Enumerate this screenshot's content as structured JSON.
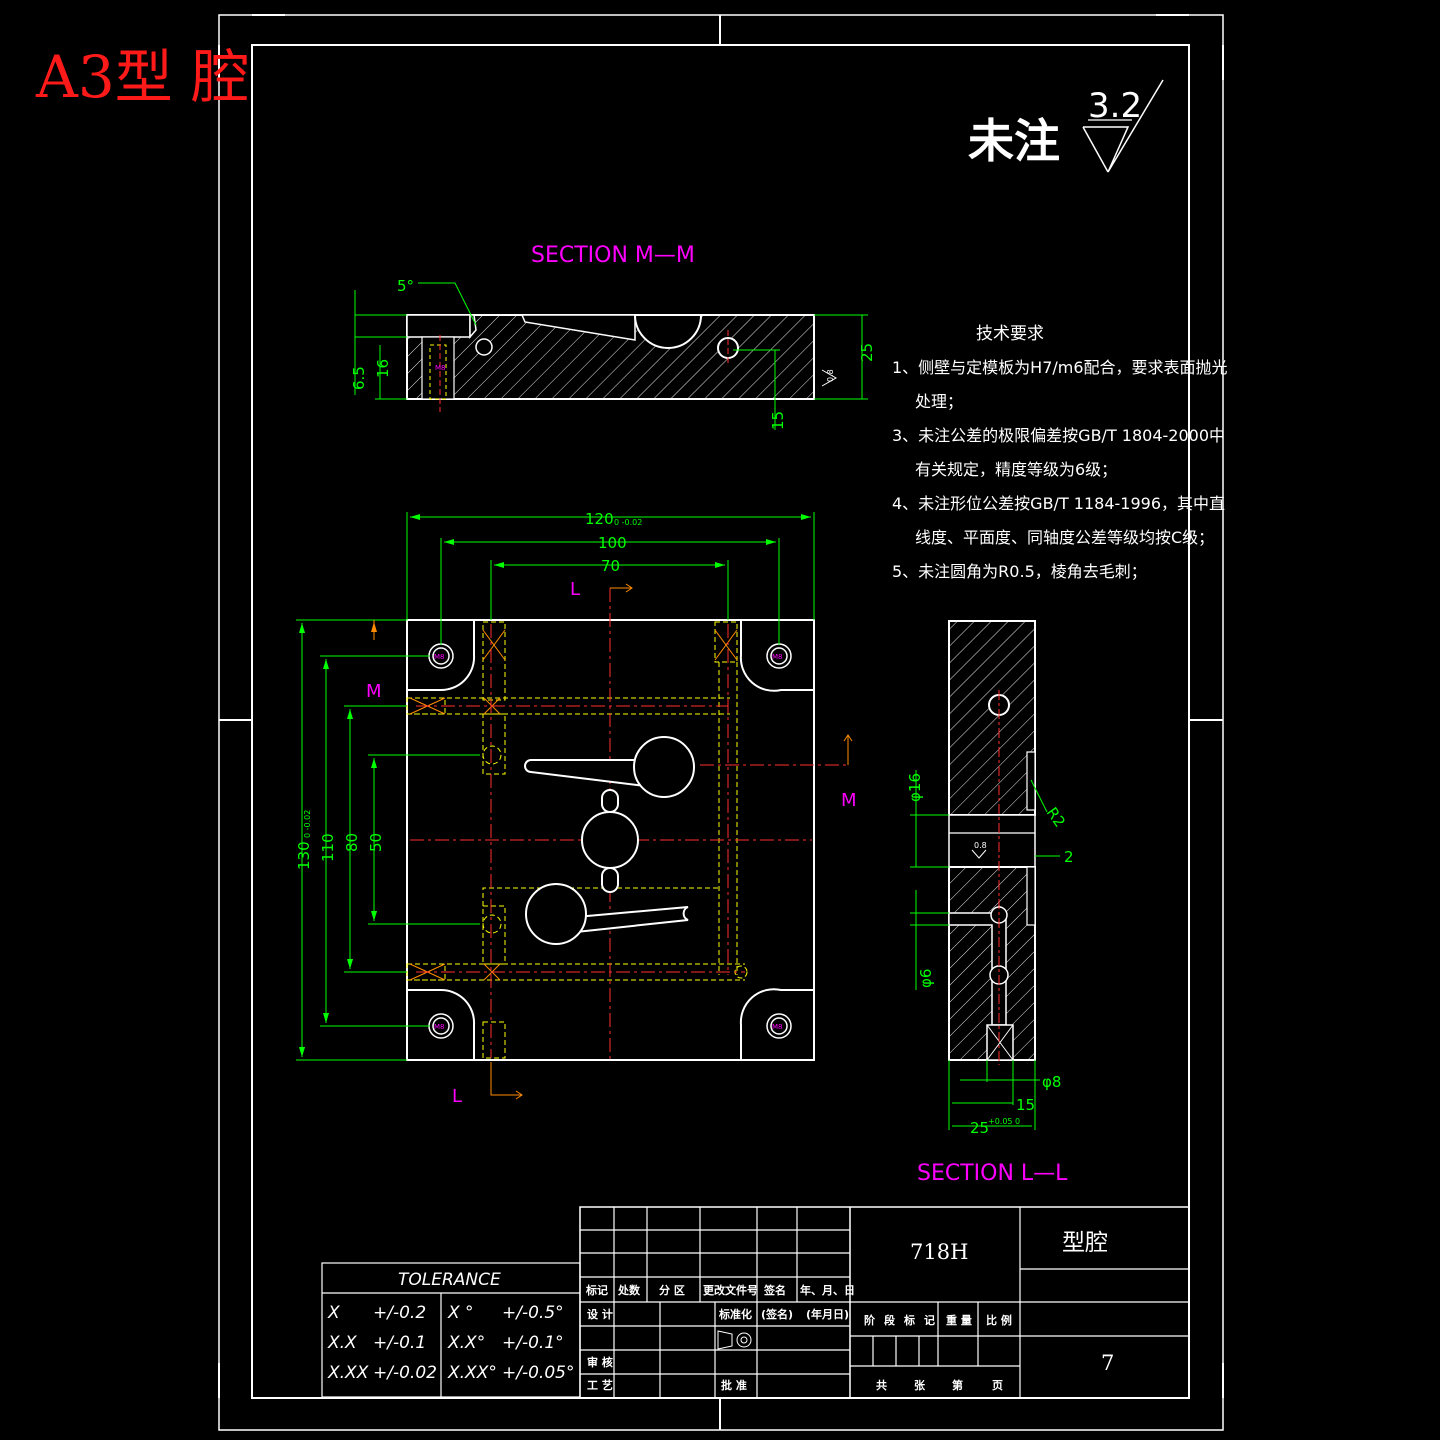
{
  "header_label": "A3型 腔",
  "roughness": {
    "prefix": "未注",
    "value": "3.2"
  },
  "sections": {
    "mm_title": "SECTION M—M",
    "ll_title": "SECTION L—L"
  },
  "view_markers": {
    "L": "L",
    "M": "M"
  },
  "dimensions": {
    "top": {
      "angle": "5°",
      "d65": "6.5",
      "d16": "16",
      "d25": "25",
      "d15": "15",
      "roughness_tag": "0.8"
    },
    "plan": {
      "w120": "120",
      "w120_tol": "0 -0.02",
      "w100": "100",
      "w70": "70",
      "h130": "130",
      "h130_tol": "0 -0.02",
      "h110": "110",
      "h80": "80",
      "h50": "50",
      "hole": "M8"
    },
    "side": {
      "phi16": "φ16",
      "r2": "R2",
      "d2": "2",
      "phi6": "φ6",
      "phi8": "φ8",
      "d15": "15",
      "d25": "25",
      "d25_tol": "+0.05 0"
    }
  },
  "notes": {
    "title": "技术要求",
    "lines": [
      "1、侧壁与定模板为H7/m6配合，要求表面抛光",
      "处理；",
      "3、未注公差的极限偏差按GB/T 1804-2000中",
      "有关规定，精度等级为6级；",
      "4、未注形位公差按GB/T 1184-1996，其中直",
      "线度、平面度、同轴度公差等级均按C级；",
      "5、未注圆角为R0.5，棱角去毛刺；"
    ]
  },
  "tolerance": {
    "title": "TOLERANCE",
    "rows": [
      {
        "a": "X",
        "b": "+/-0.2",
        "c": "X °",
        "d": "+/-0.5°"
      },
      {
        "a": "X.X",
        "b": "+/-0.1",
        "c": "X.X°",
        "d": "+/-0.1°"
      },
      {
        "a": "X.XX",
        "b": "+/-0.02",
        "c": "X.XX°",
        "d": "+/-0.05°"
      }
    ]
  },
  "title_block": {
    "material": "718H",
    "part_name": "型腔",
    "number": "7",
    "row_headers": [
      "标记",
      "处数",
      "分 区",
      "更改文件号",
      "签名",
      "年、月、日"
    ],
    "design": "设 计",
    "standardize": "标准化",
    "sign": "(签名)",
    "date": "(年月日)",
    "review": "审 核",
    "process": "工 艺",
    "approve": "批 准",
    "stage": [
      "阶",
      "段",
      "标",
      "记"
    ],
    "weight": "重 量",
    "scale": "比 例",
    "sheets": [
      "共",
      "张",
      "第",
      "页"
    ]
  }
}
